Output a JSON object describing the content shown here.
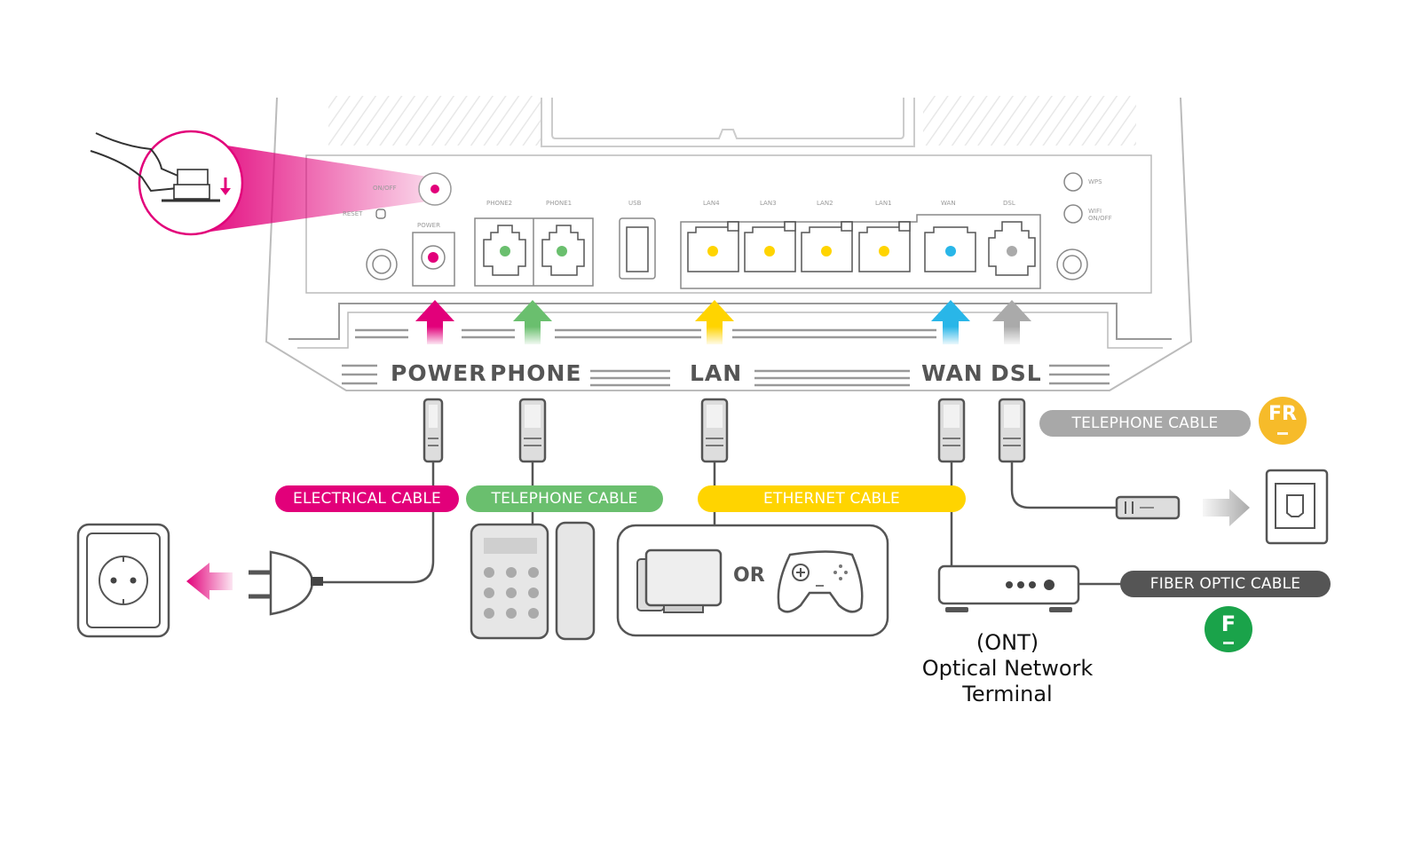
{
  "colors": {
    "power": "#e2007a",
    "phone": "#6abf6e",
    "lan": "#ffd400",
    "wan": "#29b6e8",
    "dsl": "#aaaaaa",
    "fiber": "#555555",
    "badge_fr": "#f6bb2a",
    "badge_f": "#1aa34a"
  },
  "router": {
    "button_labels": {
      "on_off": "ON/OFF",
      "reset": "RESET",
      "power": "POWER",
      "wps": "WPS",
      "wifi_on_off": "WIFI ON/OFF"
    },
    "port_labels": [
      "PHONE2",
      "PHONE1",
      "USB",
      "LAN4",
      "LAN3",
      "LAN2",
      "LAN1",
      "WAN",
      "DSL"
    ]
  },
  "section_labels": {
    "power": "POWER",
    "phone": "PHONE",
    "lan": "LAN",
    "wan": "WAN",
    "dsl": "DSL"
  },
  "cables": {
    "electrical": "ELECTRICAL CABLE",
    "telephone": "TELEPHONE CABLE",
    "ethernet": "ETHERNET CABLE",
    "dsl_telephone": "TELEPHONE CABLE",
    "fiber": "FIBER OPTIC CABLE"
  },
  "badges": {
    "fr": "FR",
    "f": "F"
  },
  "devices": {
    "or_text": "OR",
    "ont_lines": [
      "(ONT)",
      "Optical Network",
      "Terminal"
    ]
  },
  "icons": [
    "hand-press-icon",
    "wall-socket-icon",
    "plug-icon",
    "desk-phone-icon",
    "computer-icon",
    "gamepad-icon",
    "ont-device-icon",
    "phone-wall-jack-icon",
    "rj-connector-icon",
    "arrow-up-icon",
    "arrow-left-icon",
    "arrow-right-icon"
  ]
}
